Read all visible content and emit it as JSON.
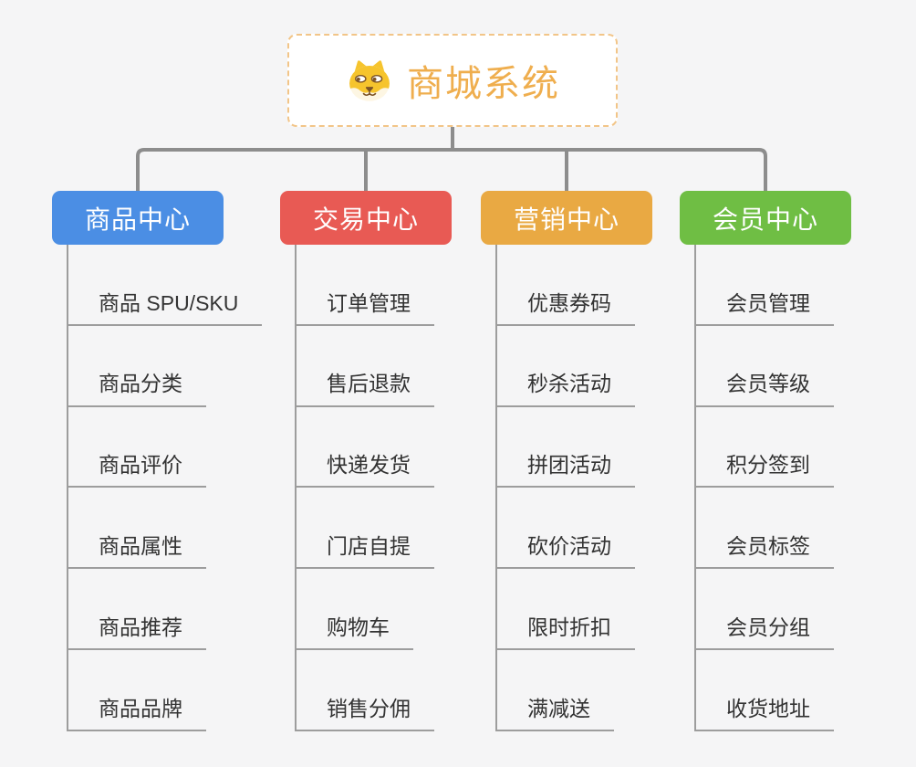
{
  "root": {
    "title": "商城系统",
    "icon": "dog-face-icon"
  },
  "branches": [
    {
      "label": "商品中心",
      "color": "#4b8ee4",
      "items": [
        "商品 SPU/SKU",
        "商品分类",
        "商品评价",
        "商品属性",
        "商品推荐",
        "商品品牌"
      ]
    },
    {
      "label": "交易中心",
      "color": "#e85a54",
      "items": [
        "订单管理",
        "售后退款",
        "快递发货",
        "门店自提",
        "购物车",
        "销售分佣"
      ]
    },
    {
      "label": "营销中心",
      "color": "#e9a943",
      "items": [
        "优惠券码",
        "秒杀活动",
        "拼团活动",
        "砍价活动",
        "限时折扣",
        "满减送"
      ]
    },
    {
      "label": "会员中心",
      "color": "#6fbe44",
      "items": [
        "会员管理",
        "会员等级",
        "积分签到",
        "会员标签",
        "会员分组",
        "收货地址"
      ]
    }
  ],
  "colors": {
    "background": "#f5f5f6",
    "root_title": "#efae4e",
    "root_border": "#f2c588",
    "connector": "#8d8d8d",
    "leaf_line": "#9d9d9d",
    "leaf_text": "#333333"
  }
}
